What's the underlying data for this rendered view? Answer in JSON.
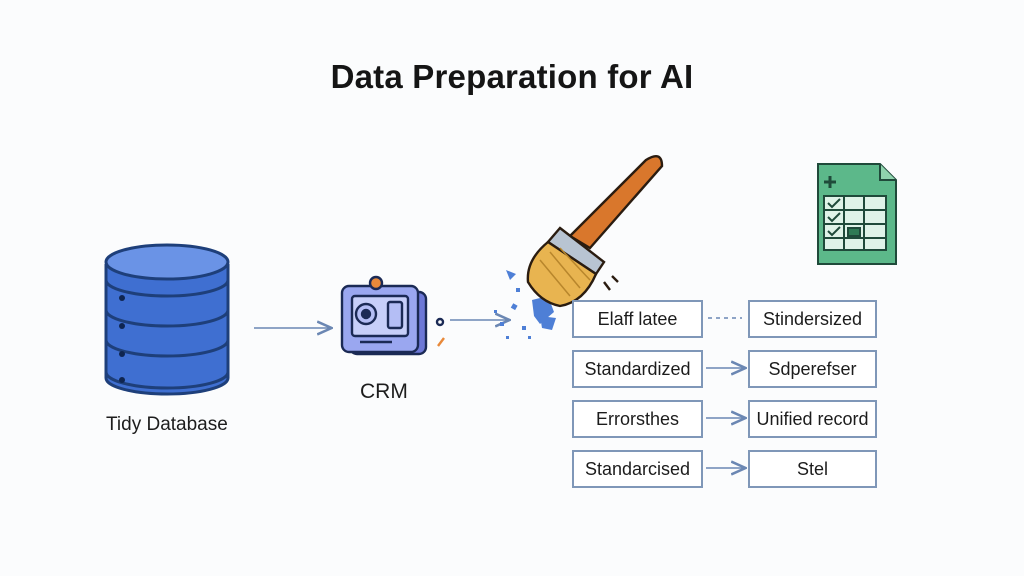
{
  "title": "Data Preparation for AI",
  "database": {
    "label": "Tidy Database",
    "icon": "database-icon"
  },
  "crm": {
    "label": "CRM",
    "icon": "crm-device-icon"
  },
  "brush": {
    "icon": "paintbrush-icon"
  },
  "spreadsheet": {
    "icon": "spreadsheet-icon"
  },
  "records": {
    "left": [
      "Elaff latee",
      "Standardized",
      "Errorsthes",
      "Standarcised"
    ],
    "right": [
      "Stindersized",
      "Sdperefser",
      "Unified record",
      "Stel"
    ]
  },
  "colors": {
    "db_blue": "#3f6fd1",
    "db_outline": "#1e3f7a",
    "brush_handle": "#d9772c",
    "brush_bristle": "#e8b450",
    "sheet_green": "#5cb88a",
    "box_border": "#7f97b8",
    "arrow": "#6b87b3"
  }
}
